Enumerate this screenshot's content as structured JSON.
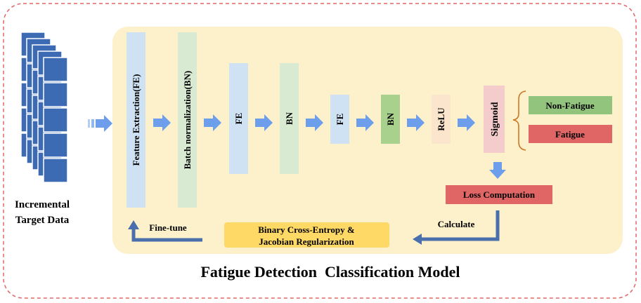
{
  "title": "Fatigue Detection  Classification Model",
  "input_label": {
    "line1": "Incremental",
    "line2": "Target Data"
  },
  "layers": [
    {
      "label": "Feature Extraction(FE)",
      "color": "#cfe2f3"
    },
    {
      "label": "Batch normalization(BN)",
      "color": "#d9ead3"
    },
    {
      "label": "FE",
      "color": "#cfe2f3"
    },
    {
      "label": "BN",
      "color": "#d9ead3"
    },
    {
      "label": "FE",
      "color": "#cfe2f3"
    },
    {
      "label": "BN",
      "color": "#a9d18e"
    },
    {
      "label": "ReLU",
      "color": "#fce5cd"
    },
    {
      "label": "Sigmoid",
      "color": "#f4cccc"
    }
  ],
  "outputs": {
    "non_fatigue": {
      "label": "Non-Fatigue",
      "color": "#93c47d"
    },
    "fatigue": {
      "label": "Fatigue",
      "color": "#e06666"
    }
  },
  "loss_box": {
    "label": "Loss Computation",
    "color": "#e06666"
  },
  "calculate_label": "Calculate",
  "objective_box": {
    "line1": "Binary Cross-Entropy &",
    "line2": "Jacobian Regularization",
    "color": "#ffd966"
  },
  "finetune_label": "Fine-tune",
  "colors": {
    "panel": "#fdf1cc",
    "arrow": "#6d9eeb",
    "arrow_dark": "#4a6fad",
    "border": "#e06666",
    "data_block": "#3d6bb3",
    "brace": "#cc7722"
  }
}
